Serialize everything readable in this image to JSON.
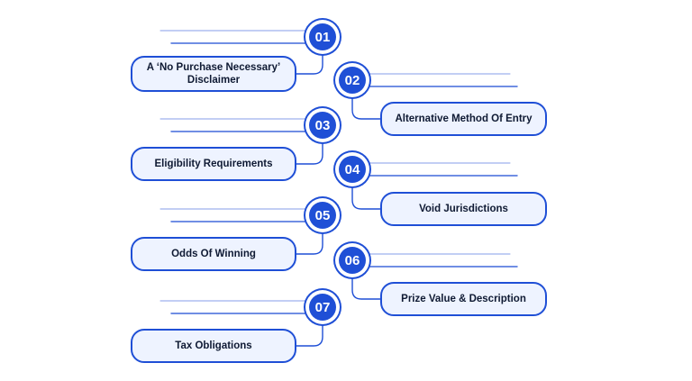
{
  "accent_color": "#1f4fd6",
  "fill_color": "#eef3ff",
  "items": [
    {
      "number": "01",
      "label": "A ‘No Purchase Necessary’\nDisclaimer"
    },
    {
      "number": "02",
      "label": "Alternative Method Of Entry"
    },
    {
      "number": "03",
      "label": "Eligibility Requirements"
    },
    {
      "number": "04",
      "label": "Void Jurisdictions"
    },
    {
      "number": "05",
      "label": "Odds Of Winning"
    },
    {
      "number": "06",
      "label": "Prize Value & Description"
    },
    {
      "number": "07",
      "label": "Tax Obligations"
    }
  ]
}
